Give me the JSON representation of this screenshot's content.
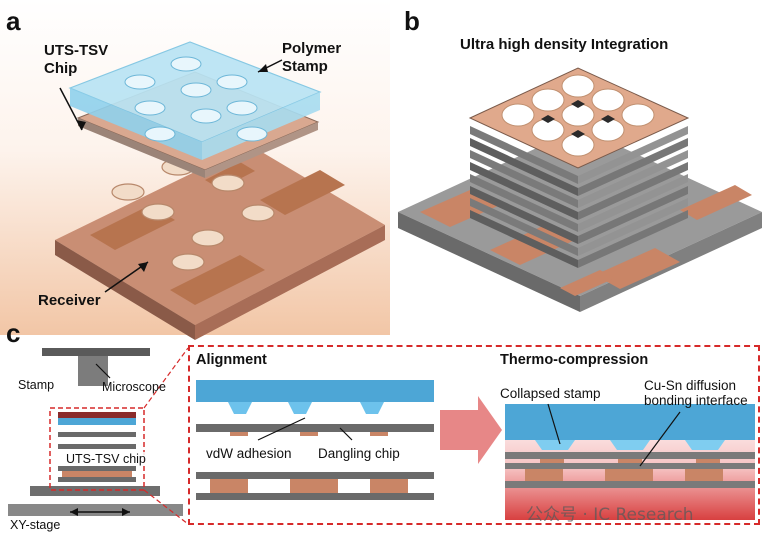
{
  "panel_a": {
    "letter": "a",
    "chip_label": "UTS-TSV\nChip",
    "stamp_label": "Polymer\nStamp",
    "receiver_label": "Receiver"
  },
  "panel_b": {
    "letter": "b",
    "title": "Ultra high density Integration"
  },
  "panel_c": {
    "letter": "c",
    "stamp_label": "Stamp",
    "microscope_label": "Microscope",
    "chip_label": "UTS-TSV chip",
    "stage_label": "XY-stage",
    "alignment": {
      "title": "Alignment",
      "vdw_label": "vdW adhesion",
      "dangling_label": "Dangling chip"
    },
    "thermo": {
      "title": "Thermo-compression",
      "collapsed_label": "Collapsed stamp",
      "interface_label": "Cu-Sn diffusion\nbonding interface"
    }
  },
  "watermark": "公众号 · IC Research",
  "colors": {
    "copper": "#d98c6a",
    "stamp_blue": "#5ab4e0",
    "chip_gray": "#6e6e6e",
    "red_dash": "#d62a2a"
  }
}
